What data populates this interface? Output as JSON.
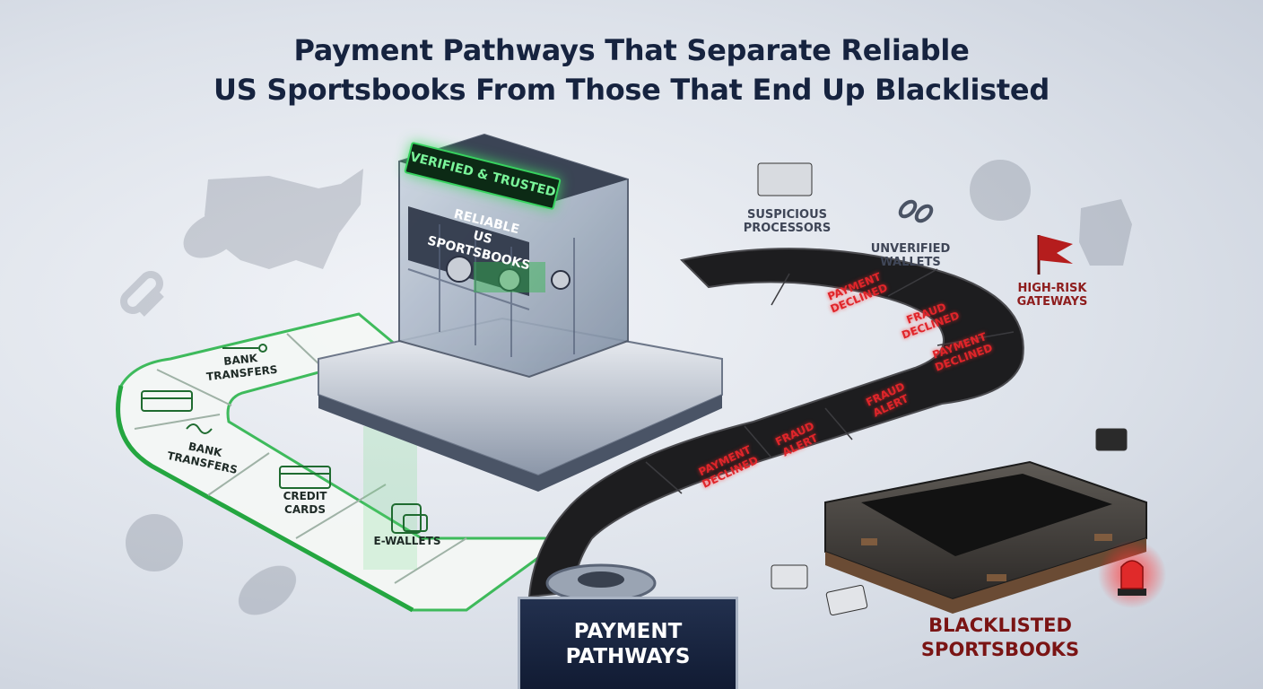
{
  "title": {
    "line1": "Payment Pathways That Separate Reliable",
    "line2": "US Sportsbooks From Those That End Up Blacklisted"
  },
  "building": {
    "badge": "VERIFIED & TRUSTED",
    "sign_line1": "RELIABLE",
    "sign_line2": "US SPORTSBOOKS"
  },
  "green_path": {
    "tiles": [
      {
        "label": "BANK TRANSFERS",
        "icon": "bank-transfer-icon"
      },
      {
        "label": "",
        "icon": "credit-card-icon"
      },
      {
        "label": "BANK TRANSFERS",
        "icon": "bank-transfer-icon"
      },
      {
        "label": "CREDIT CARDS",
        "icon": "credit-card-icon"
      },
      {
        "label": "E-WALLETS",
        "icon": "e-wallet-icon"
      }
    ]
  },
  "dark_path": {
    "tiles": [
      "PAYMENT DECLINED",
      "FRAUD DECLINED",
      "PAYMENT DECLINED",
      "FRAUD ALERT",
      "FRAUD ALERT",
      "PAYMENT DECLINED"
    ]
  },
  "risk_labels": {
    "suspicious": "SUSPICIOUS PROCESSORS",
    "unverified": "UNVERIFIED WALLETS",
    "high_risk": "HIGH-RISK GATEWAYS"
  },
  "hub_label": "PAYMENT PATHWAYS",
  "blacklist_label_line1": "BLACKLISTED",
  "blacklist_label_line2": "SPORTSBOOKS",
  "colors": {
    "title": "#16233f",
    "green_glow": "#37d25f",
    "danger_red": "#e0252a",
    "blacklist_red": "#7a1414"
  }
}
